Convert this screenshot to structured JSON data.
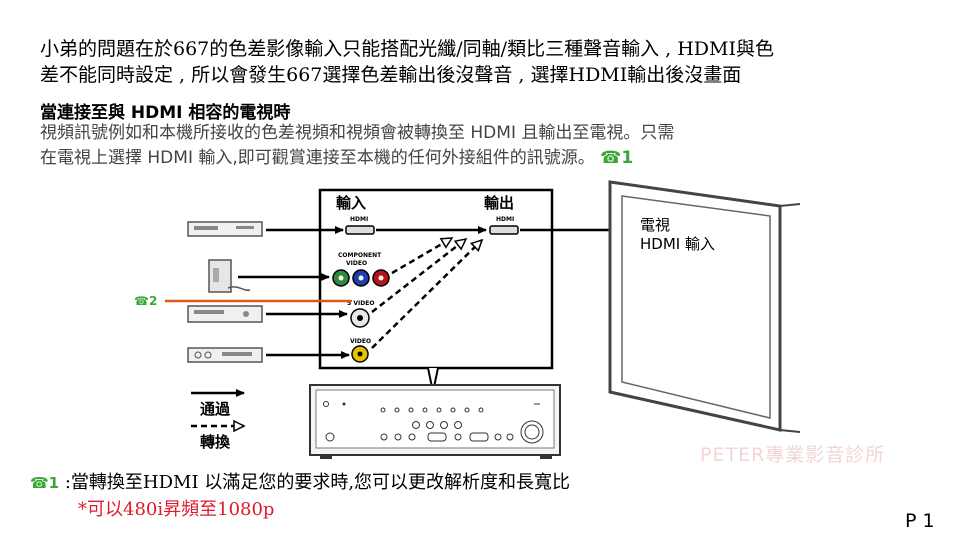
{
  "intro": {
    "line1": "小弟的問題在於667的色差影像輸入只能搭配光纖/同軸/類比三種聲音輸入 , HDMI與色",
    "line2": "差不能同時設定 , 所以會發生667選擇色差輸出後沒聲音 , 選擇HDMI輸出後沒畫面"
  },
  "section": {
    "heading": "當連接至與 HDMI 相容的電視時",
    "desc_line1": "視頻訊號例如和本機所接收的色差視頻和視頻會被轉換至 HDMI 且輸出至電視。只需",
    "desc_line2": "在電視上選擇 HDMI 輸入,即可觀賞連接至本機的任何外接組件的訊號源。",
    "flag1": "☎1"
  },
  "diagram": {
    "input_label": "輸入",
    "output_label": "輸出",
    "hdmi_in": "HDMI",
    "hdmi_out": "HDMI",
    "component_label1": "COMPONENT",
    "component_label2": "VIDEO",
    "svideo_label": "S VIDEO",
    "video_label": "VIDEO",
    "tv_label1": "電視",
    "tv_label2": "HDMI 輸入",
    "flag2": "☎2",
    "legend_pass": "通過",
    "legend_convert": "轉換",
    "colors": {
      "component_green": "#2e8b3a",
      "component_blue": "#1d3fa8",
      "component_red": "#b5121b",
      "svideo_line": "#e05a1c",
      "video_yellow": "#e6c200",
      "flag": "#3aa635"
    }
  },
  "notes": {
    "flag": "☎1",
    "note1": ":當轉換至HDMI 以滿足您的要求時,您可以更改解析度和長寬比",
    "note2": "*可以480i昇頻至1080p"
  },
  "watermark": "PETER專業影音診所",
  "page": "P 1"
}
